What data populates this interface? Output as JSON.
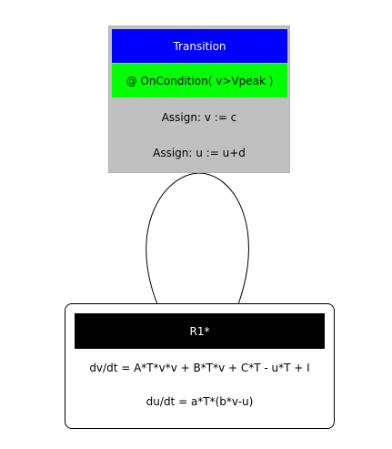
{
  "colors": {
    "transition_header": "#0000ff",
    "trigger_background": "#00ff00",
    "transition_body": "#c0c0c0",
    "regime_header": "#000000",
    "regime_body": "#ffffff",
    "loop_stroke": "#000000"
  },
  "transition": {
    "title": "Transition",
    "trigger": "@ OnCondition( v>Vpeak )",
    "assignments": [
      "Assign: v := c",
      "Assign: u := u+d"
    ]
  },
  "regime": {
    "name": "R1*",
    "equations": [
      "dv/dt = A*T*v*v + B*T*v + C*T - u*T + I",
      "du/dt = a*T*(b*v-u)"
    ]
  }
}
